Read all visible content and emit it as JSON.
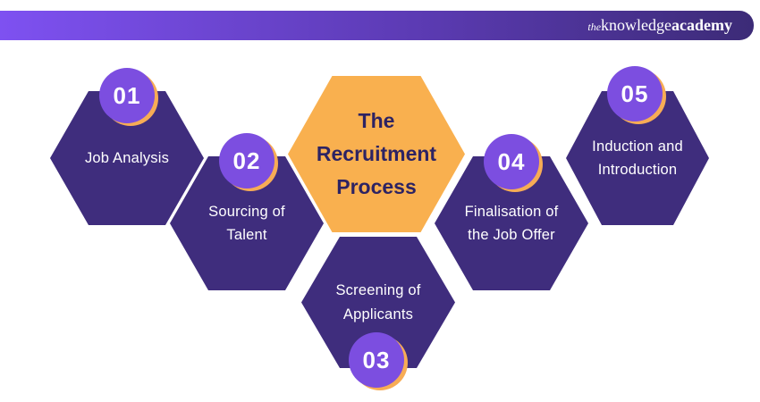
{
  "header": {
    "logo": {
      "the": "the",
      "knowledge": "knowledge",
      "academy": "academy"
    }
  },
  "diagram": {
    "title": "The Recruitment Process",
    "steps": [
      {
        "number": "01",
        "label": "Job Analysis"
      },
      {
        "number": "02",
        "label": "Sourcing of Talent"
      },
      {
        "number": "03",
        "label": "Screening of Applicants"
      },
      {
        "number": "04",
        "label": "Finalisation of the Job Offer"
      },
      {
        "number": "05",
        "label": "Induction and Introduction"
      }
    ]
  },
  "colors": {
    "hex-dark": "#3F2D7D",
    "hex-accent": "#F9B04F",
    "badge-purple": "#7C4EE0",
    "badge-ring": "#F7AC55",
    "title-text": "#2D2363",
    "bar-gradient-start": "#7E51F1",
    "bar-gradient-end": "#3C2B77",
    "label-text": "#FFFFFF"
  }
}
